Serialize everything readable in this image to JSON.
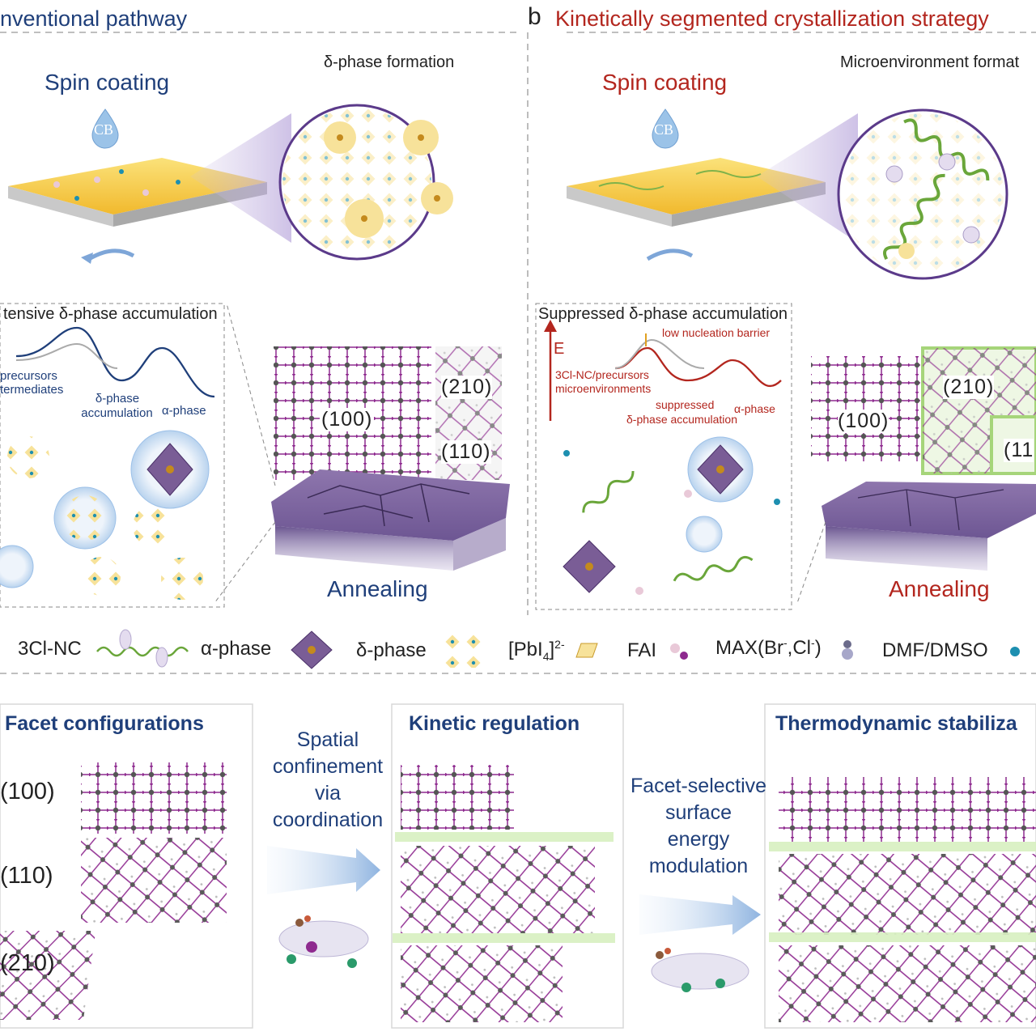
{
  "panel_a": {
    "title": "nventional pathway",
    "spin_coating": "Spin coating",
    "solvent_drop": "CB",
    "zoom_title": "δ-phase formation",
    "energy_title": "tensive δ-phase accumulation",
    "label_precursors": "precursors",
    "label_intermediates": "termediates",
    "label_accumulation_1": "δ-phase",
    "label_accumulation_2": "accumulation",
    "label_alpha": "α-phase",
    "facet_100": "(100)",
    "facet_210": "(210)",
    "facet_110": "(110)",
    "annealing": "Annealing"
  },
  "panel_b": {
    "letter": "b",
    "title": "Kinetically segmented crystallization strategy",
    "spin_coating": "Spin coating",
    "solvent_drop": "CB",
    "zoom_title": "Microenvironment format",
    "energy_title": "Suppressed δ-phase accumulation",
    "axis_e": "E",
    "barrier_label": "low nucleation barrier",
    "micro_label_1": "3Cl-NC/precursors",
    "micro_label_2": "microenvironments",
    "suppressed_1": "suppressed",
    "suppressed_2": "δ-phase accumulation",
    "label_alpha": "α-phase",
    "facet_100": "(100)",
    "facet_210": "(210)",
    "facet_11": "(11",
    "annealing": "Annealing"
  },
  "legend": {
    "items": [
      "3Cl-NC",
      "α-phase",
      "δ-phase",
      "FAI",
      "DMF/DMSO"
    ],
    "pbi_base": "[PbI",
    "pbi_sub": "4",
    "pbi_close": "]",
    "pbi_sup": "2-",
    "max_label": "MAX(Br",
    "max_sup1": "-",
    "max_mid": ",Cl",
    "max_sup2": "-",
    "max_close": ")"
  },
  "panel_c": {
    "facet_title": "Facet configurations",
    "kinetic_title": "Kinetic regulation",
    "thermo_title": "Thermodynamic stabiliza",
    "facets": [
      "(100)",
      "(110)",
      "(210)"
    ],
    "arrow1_lines": [
      "Spatial",
      "confinement",
      "via",
      "coordination"
    ],
    "arrow2_lines": [
      "Facet-selective",
      "surface",
      "energy",
      "modulation"
    ]
  },
  "colors": {
    "blue_title": "#1f3f7a",
    "red_title": "#b3261e",
    "perovskite_purple": "#7a5d96",
    "pb_dark": "#555555",
    "iodine": "#8e2a8f",
    "delta_yellow": "#f7e29a",
    "ligand_green": "#8bc34a",
    "solvent_teal": "#1d8fb0",
    "film_yellow": "#f5c63c"
  }
}
